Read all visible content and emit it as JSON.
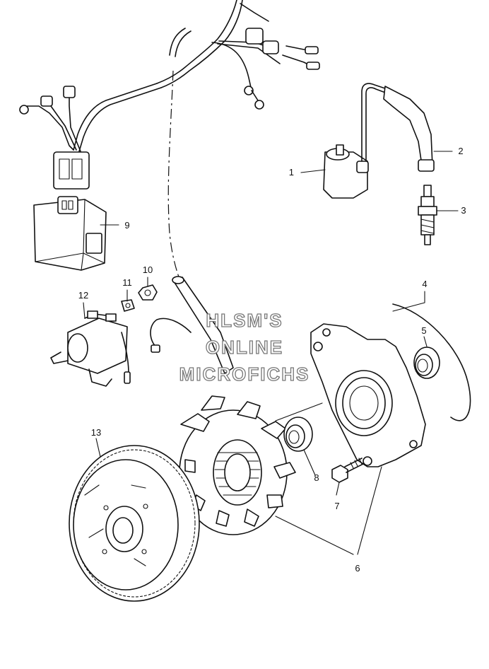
{
  "diagram": {
    "watermark": [
      "HLSM'S",
      "ONLINE",
      "MICROFICHS"
    ],
    "callouts": [
      {
        "id": "1",
        "part": "ignition-coil"
      },
      {
        "id": "2",
        "part": "spark-plug-cap"
      },
      {
        "id": "3",
        "part": "spark-plug"
      },
      {
        "id": "4",
        "part": "o-ring"
      },
      {
        "id": "5",
        "part": "oil-seal"
      },
      {
        "id": "6",
        "part": "stator-assembly"
      },
      {
        "id": "7",
        "part": "bolt"
      },
      {
        "id": "8",
        "part": "oil-seal"
      },
      {
        "id": "9",
        "part": "cdi-unit"
      },
      {
        "id": "10",
        "part": "nut"
      },
      {
        "id": "11",
        "part": "washer"
      },
      {
        "id": "12",
        "part": "starter-relay"
      },
      {
        "id": "13",
        "part": "flywheel"
      }
    ]
  }
}
